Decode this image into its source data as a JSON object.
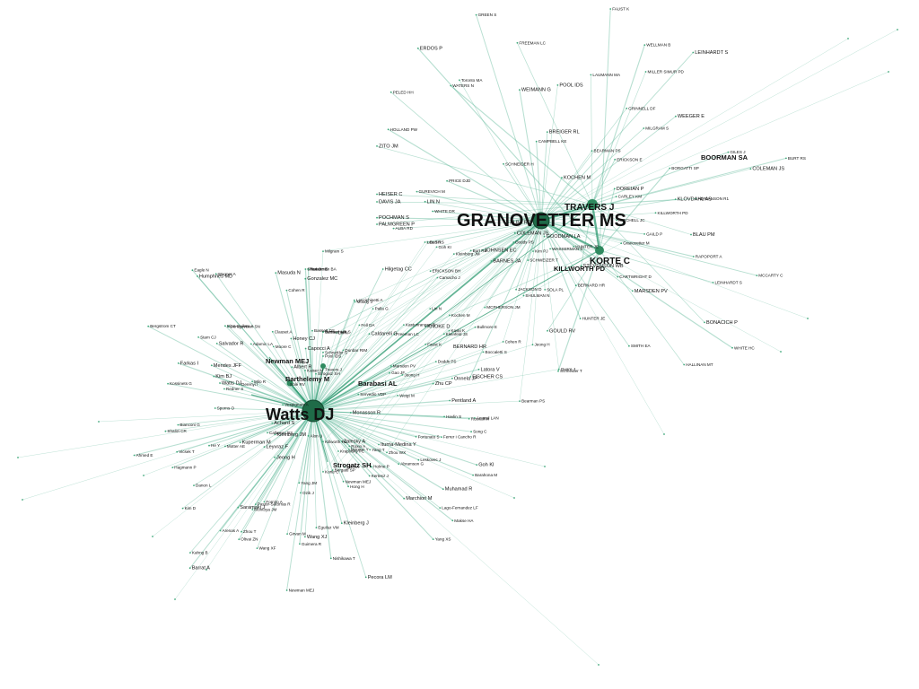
{
  "colors": {
    "edge": "#5fb89a",
    "edge_strong": "#2e9a70",
    "hub": "#1f6b48",
    "node": "#3fa77a",
    "label": "#111111",
    "background": "#ffffff"
  },
  "hubs": {
    "granovetter": "GRANOVETTER MS",
    "watts": "Watts DJ"
  },
  "mid_labels": {
    "travers": "TRAVERS J",
    "korte": "KORTE C",
    "killworth": "KILLWORTH PD",
    "boorman": "BOORMAN SA",
    "newman": "Newman MEJ",
    "barthelemy": "Barthelemy M",
    "barabasi": "Barabasi AL",
    "strogatz": "Strogatz SH",
    "bernard": "BERNARD HR"
  },
  "upper_labels": [
    "POCHMAN S",
    "Schneider T",
    "MILLER SIMUR PD",
    "JACKSON D",
    "KLOVDAHL AS",
    "ADRIANSON R1",
    "WHITE HC",
    "Toronto MA",
    "LAUMANN MA",
    "GOULD RV",
    "KNOKE D",
    "PELED HH",
    "GRINNELL DF",
    "SCHNEIDER H",
    "FREEMAN LC",
    "PALMGREEN P",
    "BLAU PM",
    "WASSERMAN S",
    "WEEGER E",
    "HUNTER JE",
    "BURT RS",
    "WATERS N",
    "STEVENSON WB",
    "MCPHERSON JM",
    "ERICKSON BH",
    "RAPOPORT A",
    "WHITE DR",
    "MARSDEN PV",
    "HUNTER JE",
    "COLEMAN JS",
    "FAUST K",
    "PRICE DJD",
    "GOODMAN LA",
    "LIN N",
    "CAMPBELL KE",
    "COLEMAN JS",
    "BERNARD HR",
    "SHULMAN N",
    "GUREVICH M",
    "HOLLAND PW",
    "HEISER C",
    "MCCARTY C",
    "SCHWEIZER T",
    "ERICKSON E",
    "GAILD P",
    "POOL IDS",
    "BONACICH P",
    "LEINHARDT S",
    "CARTWRIGHT D",
    "BARNES JA",
    "ZITO JM",
    "KOCHEN M",
    "FISCHER CS",
    "WELLMAN B",
    "MITCHELL JC",
    "GREEN S",
    "DAVIS JA",
    "ALBA RD",
    "BEARMAN PS",
    "SMITH EA",
    "LEINHARDT S",
    "MILGRAM S",
    "ERDOS P",
    "SOLA PL",
    "ALBA RD",
    "JOHNSEN EC",
    "KILLWORTH PD",
    "BORGATTI SP",
    "DOREIAN P",
    "BREIGER RL",
    "CARLEY KM",
    "GILES J",
    "HALLINAN MT",
    "WEIMANN G"
  ],
  "lower_labels": [
    "Yang T",
    "Zhu CP",
    "Wang XF",
    "Zhou T",
    "Yang XS",
    "Yang JM",
    "Ahmed E",
    "Leskovec J",
    "Amaral LAN",
    "Albert R",
    "Jeong H",
    "Dorogovtsev SN",
    "Mendes JFF",
    "Pastor-Satorras R",
    "Vespignani A",
    "Moreno Y",
    "Kleinberg JM",
    "Adamic LA",
    "Huberman BA",
    "Kim BJ",
    "Holme P",
    "Newman MEJ",
    "Girvan M",
    "Boccaletti S",
    "Latora V",
    "Marchiori M",
    "Sporns O",
    "Bassett DS",
    "Bullmore E",
    "Achard S",
    "Eguiluz VM",
    "Humphries MD",
    "Kaiser M",
    "Hilgetag CC",
    "Stam CJ",
    "Zalesky A",
    "Fornito A",
    "He Y",
    "Iturria-Medina Y",
    "Honey CJ",
    "Hagmann P",
    "Salvador R",
    "Cohen R",
    "Havlin S",
    "Callaway DS",
    "Moore C",
    "Kuperman M",
    "Abramson G",
    "Monasson R",
    "Kasturirangan R",
    "Gao JF",
    "Wang XJ",
    "Lago-Fernandez LF",
    "Roxin A",
    "Masuda N",
    "Ozik J",
    "Hong H",
    "Barahona M",
    "Pecora LM",
    "Nishikawa T",
    "Motter AE",
    "Watts DJ",
    "Dodds PS",
    "Muhamad R",
    "Newman MEJ",
    "Strogatz SH",
    "Milo R",
    "Shen-Orr S",
    "Alon U",
    "Ravasz E",
    "Oltvai ZN",
    "Solé RV",
    "Ferrer i Cancho R",
    "Montoya JM",
    "Jeong H",
    "Wagner A",
    "Fell DA",
    "Camacho J",
    "Guimera R",
    "Arenas A",
    "Danon L",
    "Diaz-Guilera A",
    "Palla G",
    "Derenyi I",
    "Farkas I",
    "Vicsek T",
    "Fortunato S",
    "Lancichinetti A",
    "Rosvall M",
    "Bergstrom CT",
    "Clauset A",
    "Shalizi CR",
    "Krapivsky PL",
    "Redner S",
    "Leyvraz F",
    "Bianconi G",
    "Caldarelli G",
    "Capocci A",
    "Servedio VDP",
    "Barrat A",
    "Weigt M",
    "Kleinberg J",
    "Kossinets G",
    "Onnela JP",
    "Saramaki J",
    "Kertesz J",
    "Kaski K",
    "Eagle N",
    "Pentland A",
    "Gonzalez MC",
    "Song C",
    "Makse HA",
    "Goh KI",
    "Kahng B",
    "Kim D"
  ],
  "middle_labels": [
    "Cohen R",
    "Kleinberg JM",
    "Bernard HR",
    "Killworth PD",
    "Dodds PS",
    "Travers J",
    "Korte C",
    "Milgram S",
    "Kochen M",
    "Pool IDS",
    "Lin N",
    "Bearman PS",
    "Moody J",
    "Marsden PV",
    "Burt RS",
    "Freeman LC",
    "Wasserman S",
    "Faust K",
    "Borgatti SP",
    "Kleinfeld JS",
    "Schnettler S",
    "Guare J",
    "Lee SH",
    "Kim PJ",
    "Jeong H",
    "Goh KI",
    "Granovetter M",
    "Burt RS",
    "Lin N",
    "Dunbar RIM",
    "Zhou WX",
    "Hill RA"
  ]
}
